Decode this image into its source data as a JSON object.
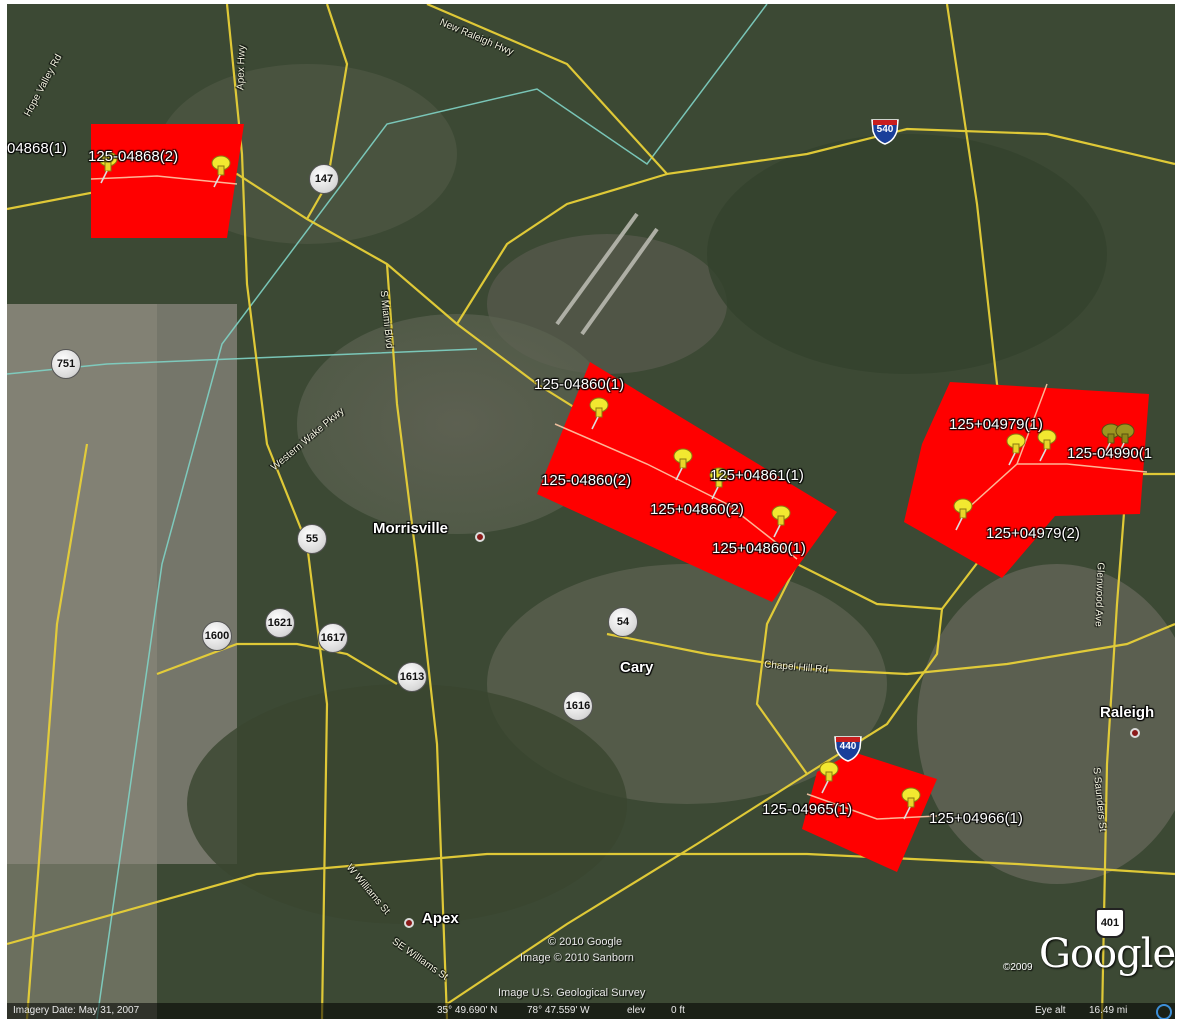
{
  "colors": {
    "area": "#ff0000",
    "road": "#e8d038",
    "boundary": "#7fd3c5",
    "pin": "#f2e830"
  },
  "parcel_labels": [
    "04868(1)",
    "125-04868(2)",
    "125-04860(1)",
    "125-04860(2)",
    "125+04861(1)",
    "125+04860(2)",
    "125+04860(1)",
    "125+04979(1)",
    "125-04990(1",
    "125+04979(2)",
    "125-04965(1)",
    "125+04966(1)"
  ],
  "cities": {
    "morrisville": "Morrisville",
    "cary": "Cary",
    "raleigh": "Raleigh",
    "apex": "Apex"
  },
  "road_labels": {
    "hope_valley": "Hope Valley Rd",
    "apex_hwy": "Apex Hwy",
    "new_raleigh": "New Raleigh Hwy",
    "miami_blvd": "S Miami Blvd",
    "western_wake": "Western Wake Pkwy",
    "chapel_hill": "Chapel Hill Rd",
    "glenwood": "Glenwood Ave",
    "saunders": "S Saunders St",
    "williams": "W Williams St",
    "se_williams": "SE Williams St"
  },
  "shields": {
    "s147": "147",
    "s751": "751",
    "s55": "55",
    "s1600": "1600",
    "s1621": "1621",
    "s1617": "1617",
    "s1613": "1613",
    "s54": "54",
    "s1616": "1616",
    "i540": "540",
    "i440": "440",
    "us401": "401"
  },
  "credits": {
    "google": "© 2010 Google",
    "sanborn": "Image © 2010 Sanborn",
    "usgs": "Image U.S. Geological Survey",
    "year": "©2009",
    "logo": "Google"
  },
  "status": {
    "imagery_date": "Imagery Date: May 31, 2007",
    "lat": "35° 49.690' N",
    "lon": "78° 47.559' W",
    "elev_label": "elev",
    "elev_value": "0 ft",
    "eye_alt_label": "Eye alt",
    "eye_alt_value": "16.49 mi"
  }
}
